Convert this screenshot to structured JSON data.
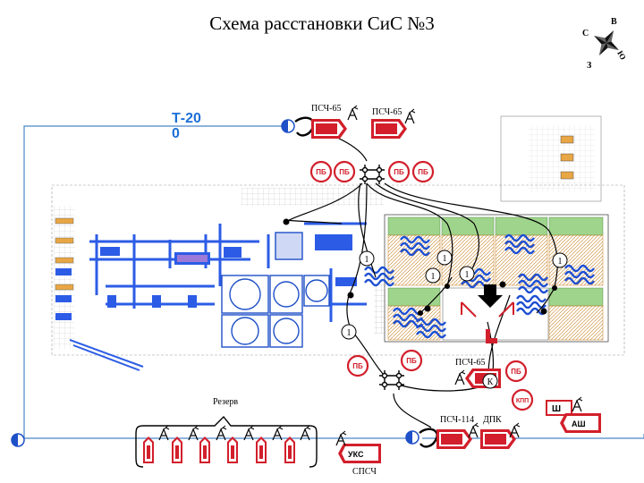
{
  "title": "Схема расстановки СиС №3",
  "compass": {
    "north": "С",
    "east": "В",
    "south": "Ю",
    "west": "З"
  },
  "hydrant_label": "Т-200",
  "reserve_label": "Резерв",
  "engine_labels": {
    "top_left": "ПСЧ-65",
    "top_right": "ПСЧ-65",
    "middle": "ПСЧ-65",
    "bottom": "ПСЧ-114",
    "dpk": "ДПК",
    "spsch": "СПСЧ"
  },
  "badges": {
    "pb": "ПБ",
    "kpp": "КПП",
    "sh": "Ш",
    "ash": "АШ",
    "uks": "УКС",
    "k": "К",
    "one": "1"
  },
  "colors": {
    "vehicle": "#d21f2b",
    "hose": "#000000",
    "water_line": "#4a88c7",
    "hydrant_blue": "#1e50c8",
    "structure_blue": "#2c5ce6",
    "wave": "#1d4fd2",
    "green_block": "#9fd48c",
    "orange_block": "#e8a645"
  }
}
